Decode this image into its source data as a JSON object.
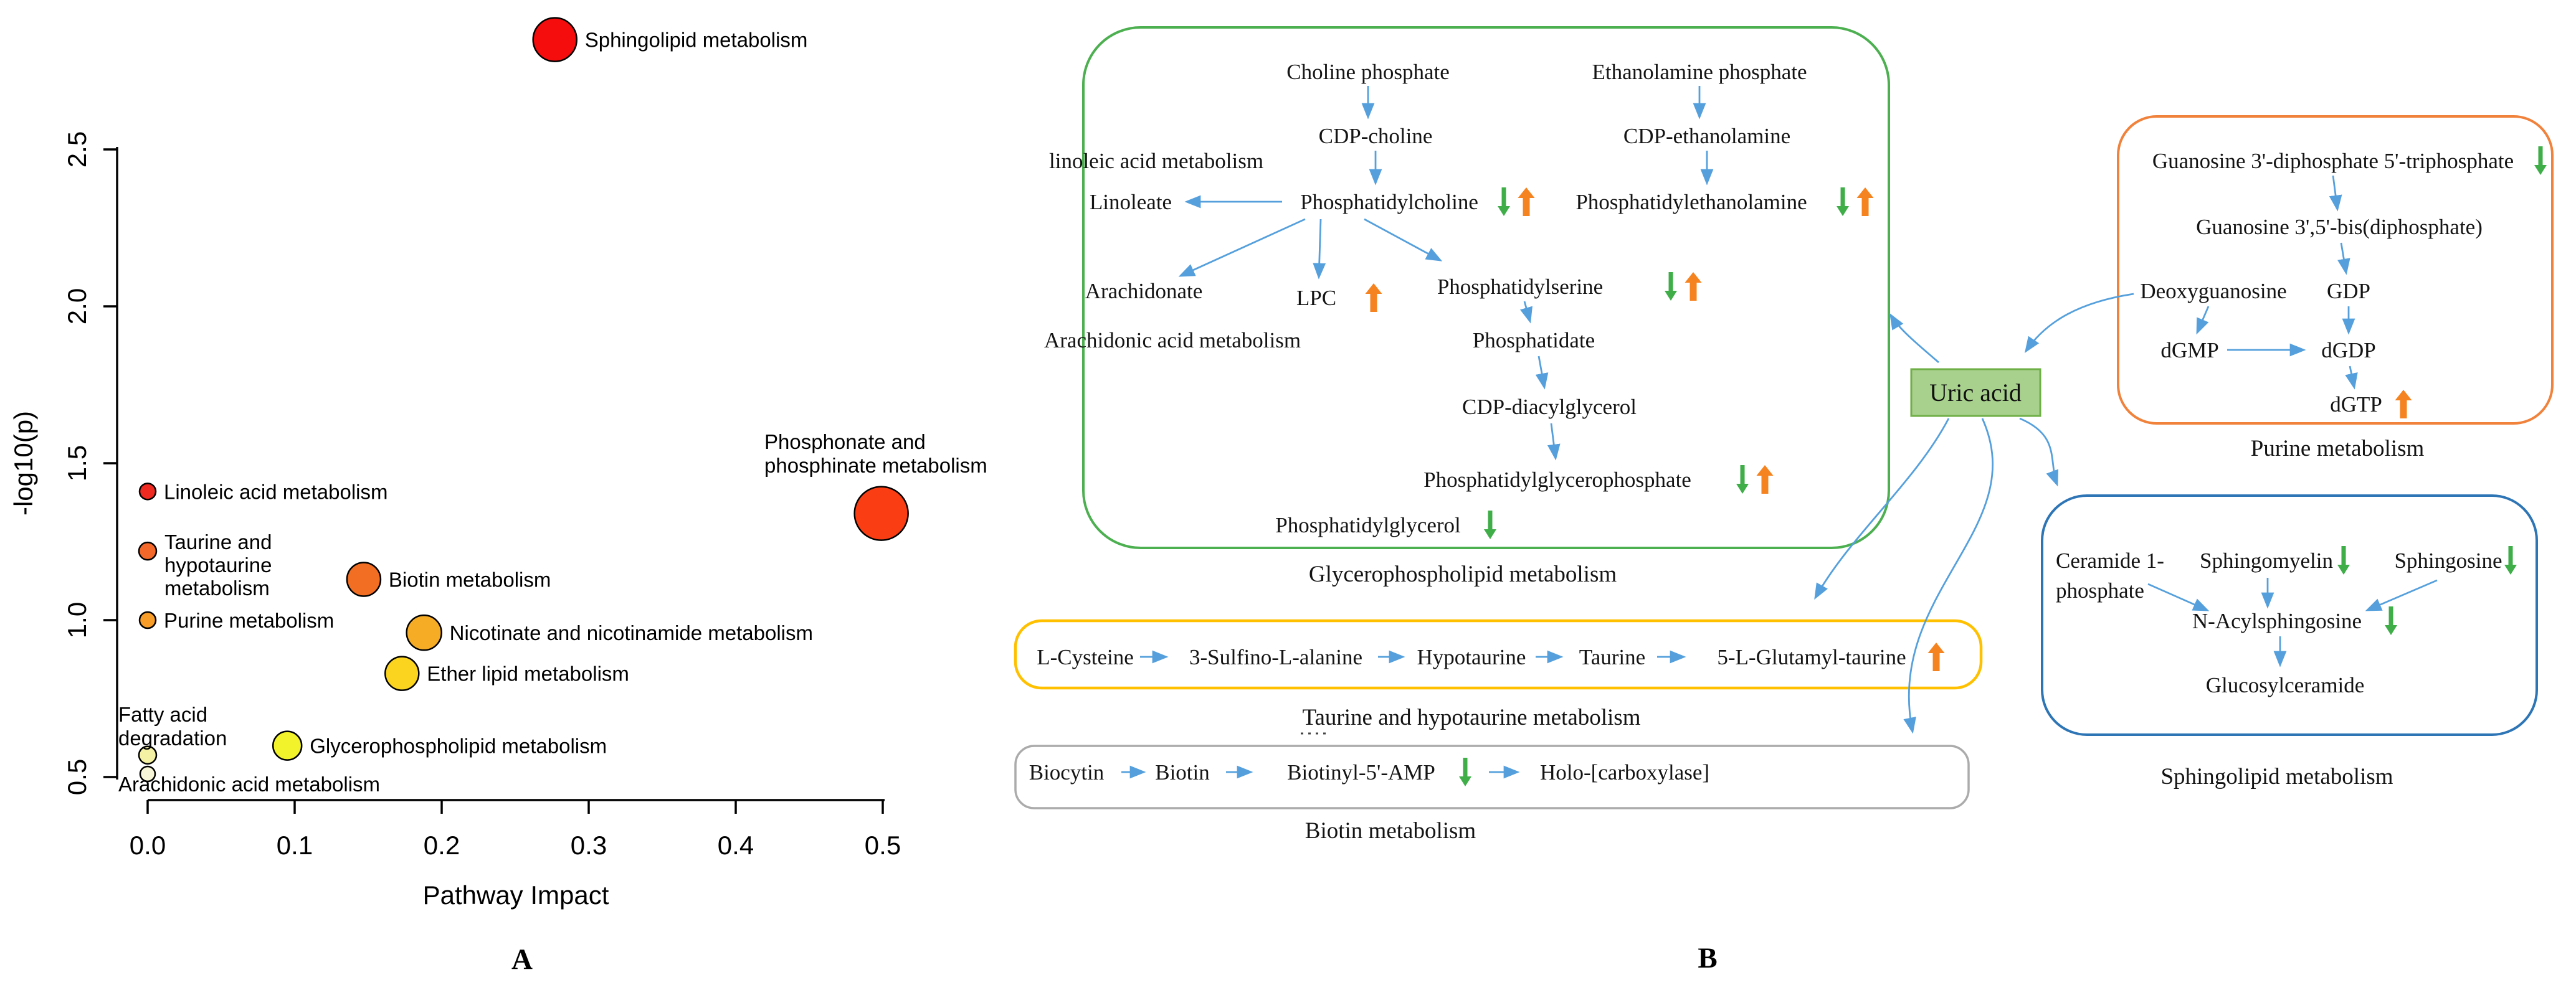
{
  "chart_data": {
    "type": "scatter",
    "title": "",
    "panel_label": "A",
    "xlabel": "Pathway Impact",
    "ylabel": "-log10(p)",
    "xlim": [
      0.0,
      0.5
    ],
    "ylim": [
      0.5,
      2.5
    ],
    "xticks": [
      0.0,
      0.1,
      0.2,
      0.3,
      0.4,
      0.5
    ],
    "yticks": [
      0.5,
      1.0,
      1.5,
      2.0,
      2.5
    ],
    "grid": false,
    "points": [
      {
        "label": "Sphingolipid metabolism",
        "impact": 0.277,
        "logp": 2.85,
        "r": 35,
        "color": "#f50d0d"
      },
      {
        "label": "Phosphonate and phosphinate metabolism",
        "lines": [
          "Phosphonate and",
          "phosphinate metabolism"
        ],
        "impact": 0.499,
        "logp": 1.34,
        "r": 43,
        "color": "#fa3d13",
        "lx": 1227,
        "ly": [
          721,
          759
        ]
      },
      {
        "label": "Linoleic acid metabolism",
        "impact": 0.0,
        "logp": 1.41,
        "r": 13,
        "color": "#ee2a21"
      },
      {
        "label": "Taurine and hypotaurine metabolism",
        "lines": [
          "Taurine and",
          "hypotaurine",
          "metabolism"
        ],
        "impact": 0.0,
        "logp": 1.22,
        "r": 14,
        "color": "#f4692a"
      },
      {
        "label": "Biotin metabolism",
        "impact": 0.147,
        "logp": 1.13,
        "r": 27,
        "color": "#f26e22"
      },
      {
        "label": "Purine metabolism",
        "impact": 0.0,
        "logp": 1.0,
        "r": 13,
        "color": "#f89d28"
      },
      {
        "label": "Nicotinate and nicotinamide metabolism",
        "impact": 0.188,
        "logp": 0.96,
        "r": 28,
        "color": "#f7ac25"
      },
      {
        "label": "Ether lipid metabolism",
        "impact": 0.173,
        "logp": 0.83,
        "r": 27,
        "color": "#fbd420"
      },
      {
        "label": "Glycerophospholipid metabolism",
        "impact": 0.095,
        "logp": 0.6,
        "r": 23,
        "color": "#f3f32b"
      },
      {
        "label": "Fatty acid degradation",
        "lines": [
          "Fatty acid",
          "degradation"
        ],
        "impact": 0.0,
        "logp": 0.57,
        "r": 14,
        "color": "#f5f1a4",
        "lx": 190,
        "ly": [
          1159,
          1197
        ]
      },
      {
        "label": "Arachidonic acid metabolism",
        "impact": 0.0,
        "logp": 0.51,
        "r": 12,
        "color": "#f8f6d8",
        "lx": 190,
        "ly": [
          1271
        ]
      }
    ]
  },
  "diagram": {
    "panel_label": "B",
    "uric_acid": "Uric acid",
    "arrow_color": "#55a0dc",
    "marker_colors": {
      "down": "#3fae49",
      "up": "#f5831f"
    },
    "groups": {
      "glycerophospholipid": {
        "caption": "Glycerophospholipid metabolism",
        "border": "#4caf50"
      },
      "purine": {
        "caption": "Purine metabolism",
        "border": "#f0823c"
      },
      "taurine": {
        "caption": "Taurine and hypotaurine metabolism",
        "border": "#ffc000"
      },
      "biotin": {
        "caption": "Biotin metabolism",
        "border": "#ababab"
      },
      "sphingolipid": {
        "caption": "Sphingolipid metabolism",
        "border": "#2e75b6"
      }
    },
    "uric_box": {
      "fill": "#a9d18e",
      "border": "#6faf47"
    },
    "nodes": [
      {
        "id": "choline_phosphate",
        "text": "Choline phosphate"
      },
      {
        "id": "ethanolamine_phosphate",
        "text": "Ethanolamine phosphate"
      },
      {
        "id": "cdp_choline",
        "text": "CDP-choline"
      },
      {
        "id": "cdp_ethanolamine",
        "text": "CDP-ethanolamine"
      },
      {
        "id": "linoleic_met",
        "text": "linoleic acid metabolism"
      },
      {
        "id": "linoleate",
        "text": "Linoleate"
      },
      {
        "id": "pc",
        "text": "Phosphatidylcholine",
        "markers": [
          "down",
          "up"
        ]
      },
      {
        "id": "pe",
        "text": "Phosphatidylethanolamine",
        "markers": [
          "down",
          "up"
        ]
      },
      {
        "id": "arachidonate",
        "text": "Arachidonate"
      },
      {
        "id": "lpc",
        "text": "LPC",
        "markers": [
          "up"
        ]
      },
      {
        "id": "ps",
        "text": "Phosphatidylserine",
        "markers": [
          "down",
          "up"
        ]
      },
      {
        "id": "arachidonic_met",
        "text": "Arachidonic acid metabolism"
      },
      {
        "id": "phosphatidate",
        "text": "Phosphatidate"
      },
      {
        "id": "cdp_dag",
        "text": "CDP-diacylglycerol"
      },
      {
        "id": "pgp",
        "text": "Phosphatidylglycerophosphate",
        "markers": [
          "down",
          "up"
        ]
      },
      {
        "id": "pg",
        "text": "Phosphatidylglycerol",
        "markers": [
          "down"
        ]
      },
      {
        "id": "gdt",
        "text": "Guanosine 3'-diphosphate 5'-triphosphate",
        "markers": [
          "down"
        ]
      },
      {
        "id": "gbd",
        "text": "Guanosine 3',5'-bis(diphosphate)"
      },
      {
        "id": "deoxyguanosine",
        "text": "Deoxyguanosine"
      },
      {
        "id": "gdp",
        "text": "GDP"
      },
      {
        "id": "dgmp",
        "text": "dGMP"
      },
      {
        "id": "dgdp",
        "text": "dGDP"
      },
      {
        "id": "dgtp",
        "text": "dGTP",
        "markers": [
          "up"
        ]
      },
      {
        "id": "l_cysteine",
        "text": "L-Cysteine"
      },
      {
        "id": "sulfino",
        "text": "3-Sulfino-L-alanine"
      },
      {
        "id": "hypotaurine",
        "text": "Hypotaurine"
      },
      {
        "id": "taurine",
        "text": "Taurine"
      },
      {
        "id": "glutamyl",
        "text": "5-L-Glutamyl-taurine",
        "markers": [
          "up"
        ]
      },
      {
        "id": "biocytin",
        "text": "Biocytin"
      },
      {
        "id": "biotin",
        "text": "Biotin"
      },
      {
        "id": "biotinyl",
        "text": "Biotinyl-5'-AMP",
        "markers": [
          "down"
        ]
      },
      {
        "id": "holo",
        "text": "Holo-[carboxylase]"
      },
      {
        "id": "ceramide",
        "text": "Ceramide 1-phosphate",
        "lines": [
          "Ceramide 1-",
          "phosphate"
        ]
      },
      {
        "id": "sphingomyelin",
        "text": "Sphingomyelin",
        "markers": [
          "down"
        ]
      },
      {
        "id": "sphingosine",
        "text": "Sphingosine",
        "markers": [
          "down"
        ]
      },
      {
        "id": "nas",
        "text": "N-Acylsphingosine",
        "markers": [
          "down"
        ]
      },
      {
        "id": "glucosylceramide",
        "text": "Glucosylceramide"
      }
    ]
  }
}
